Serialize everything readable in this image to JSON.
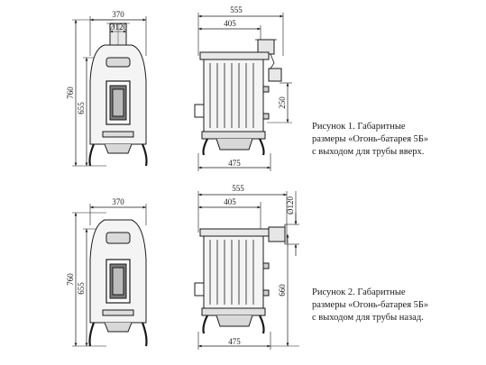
{
  "figure1": {
    "front": {
      "width": "370",
      "pipe": "Ø120",
      "height_total": "760",
      "height_body": "655"
    },
    "side": {
      "width_total": "555",
      "width_top": "405",
      "width_base": "475",
      "outlet_height": "250"
    },
    "caption": {
      "line1": "Рисунок 1.  Габаритные",
      "line2": "размеры «Огонь-батарея 5Б»",
      "line3": "с выходом для трубы вверх."
    }
  },
  "figure2": {
    "front": {
      "width": "370",
      "height_total": "760",
      "height_body": "655"
    },
    "side": {
      "width_total": "555",
      "width_top": "405",
      "width_base": "475",
      "pipe": "Ø120",
      "outlet_height": "660"
    },
    "caption": {
      "line1": "Рисунок 2.  Габаритные",
      "line2": "размеры «Огонь-батарея 5Б»",
      "line3": "с выходом для трубы назад."
    }
  }
}
